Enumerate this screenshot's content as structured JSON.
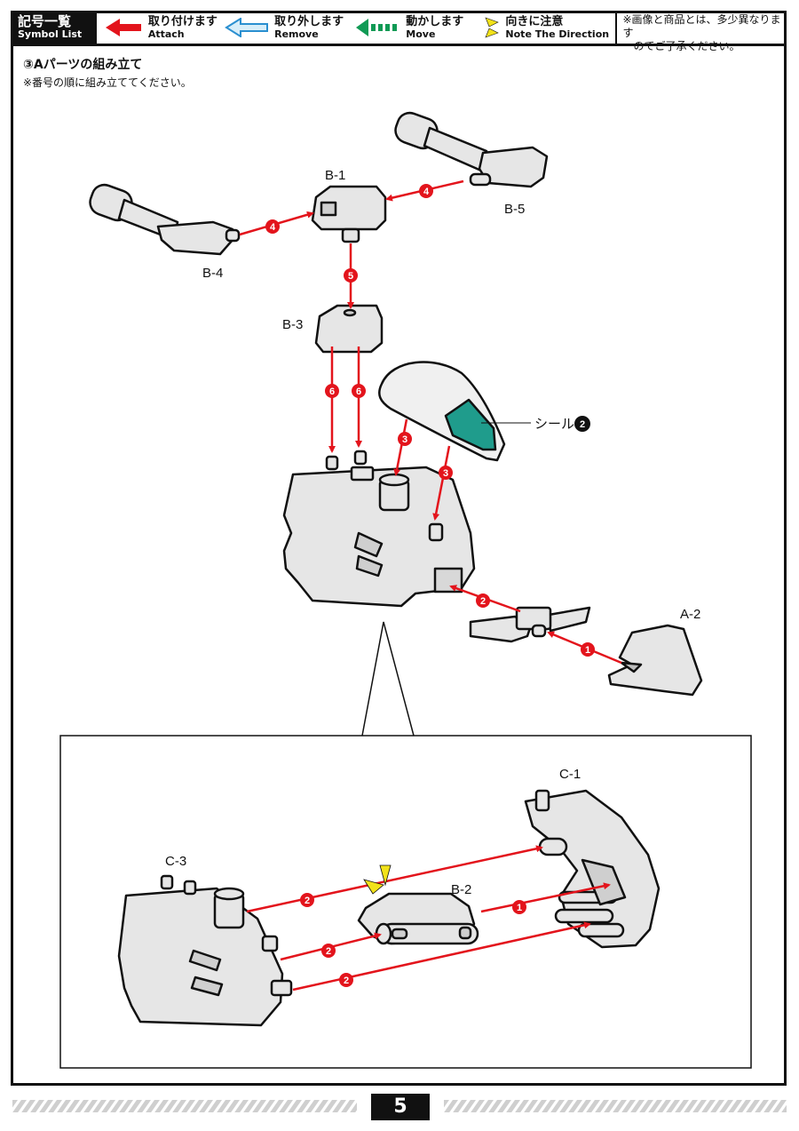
{
  "legend": {
    "title_jp": "記号一覧",
    "title_en": "Symbol List",
    "items": [
      {
        "jp": "取り付けます",
        "en": "Attach",
        "icon": "attach-arrow-icon",
        "color": "#e3141c"
      },
      {
        "jp": "取り外します",
        "en": "Remove",
        "icon": "remove-arrow-icon",
        "color": "#2a8fd0"
      },
      {
        "jp": "動かします",
        "en": "Move",
        "icon": "move-arrow-icon",
        "color": "#109a55"
      },
      {
        "jp": "向きに注意",
        "en": "Note The Direction",
        "icon": "direction-triangles-icon",
        "color": "#f2e21a"
      }
    ],
    "note_line1": "※画像と商品とは、多少異なります",
    "note_line2": "のでご了承ください。"
  },
  "section": {
    "title": "③Aパーツの組み立て",
    "subtitle": "※番号の順に組み立ててください。"
  },
  "parts": {
    "b1": "B-1",
    "b2": "B-2",
    "b3": "B-3",
    "b4": "B-4",
    "b5": "B-5",
    "a2": "A-2",
    "c1": "C-1",
    "c3": "C-3"
  },
  "sticker": {
    "label": "シール",
    "number": "2"
  },
  "steps": {
    "s1": "1",
    "s2": "2",
    "s3": "3",
    "s4": "4",
    "s5": "5",
    "s6": "6"
  },
  "page_number": "5",
  "colors": {
    "attach": "#e3141c",
    "sticker": "#1f9c8c",
    "part_fill": "#e6e6e6"
  }
}
